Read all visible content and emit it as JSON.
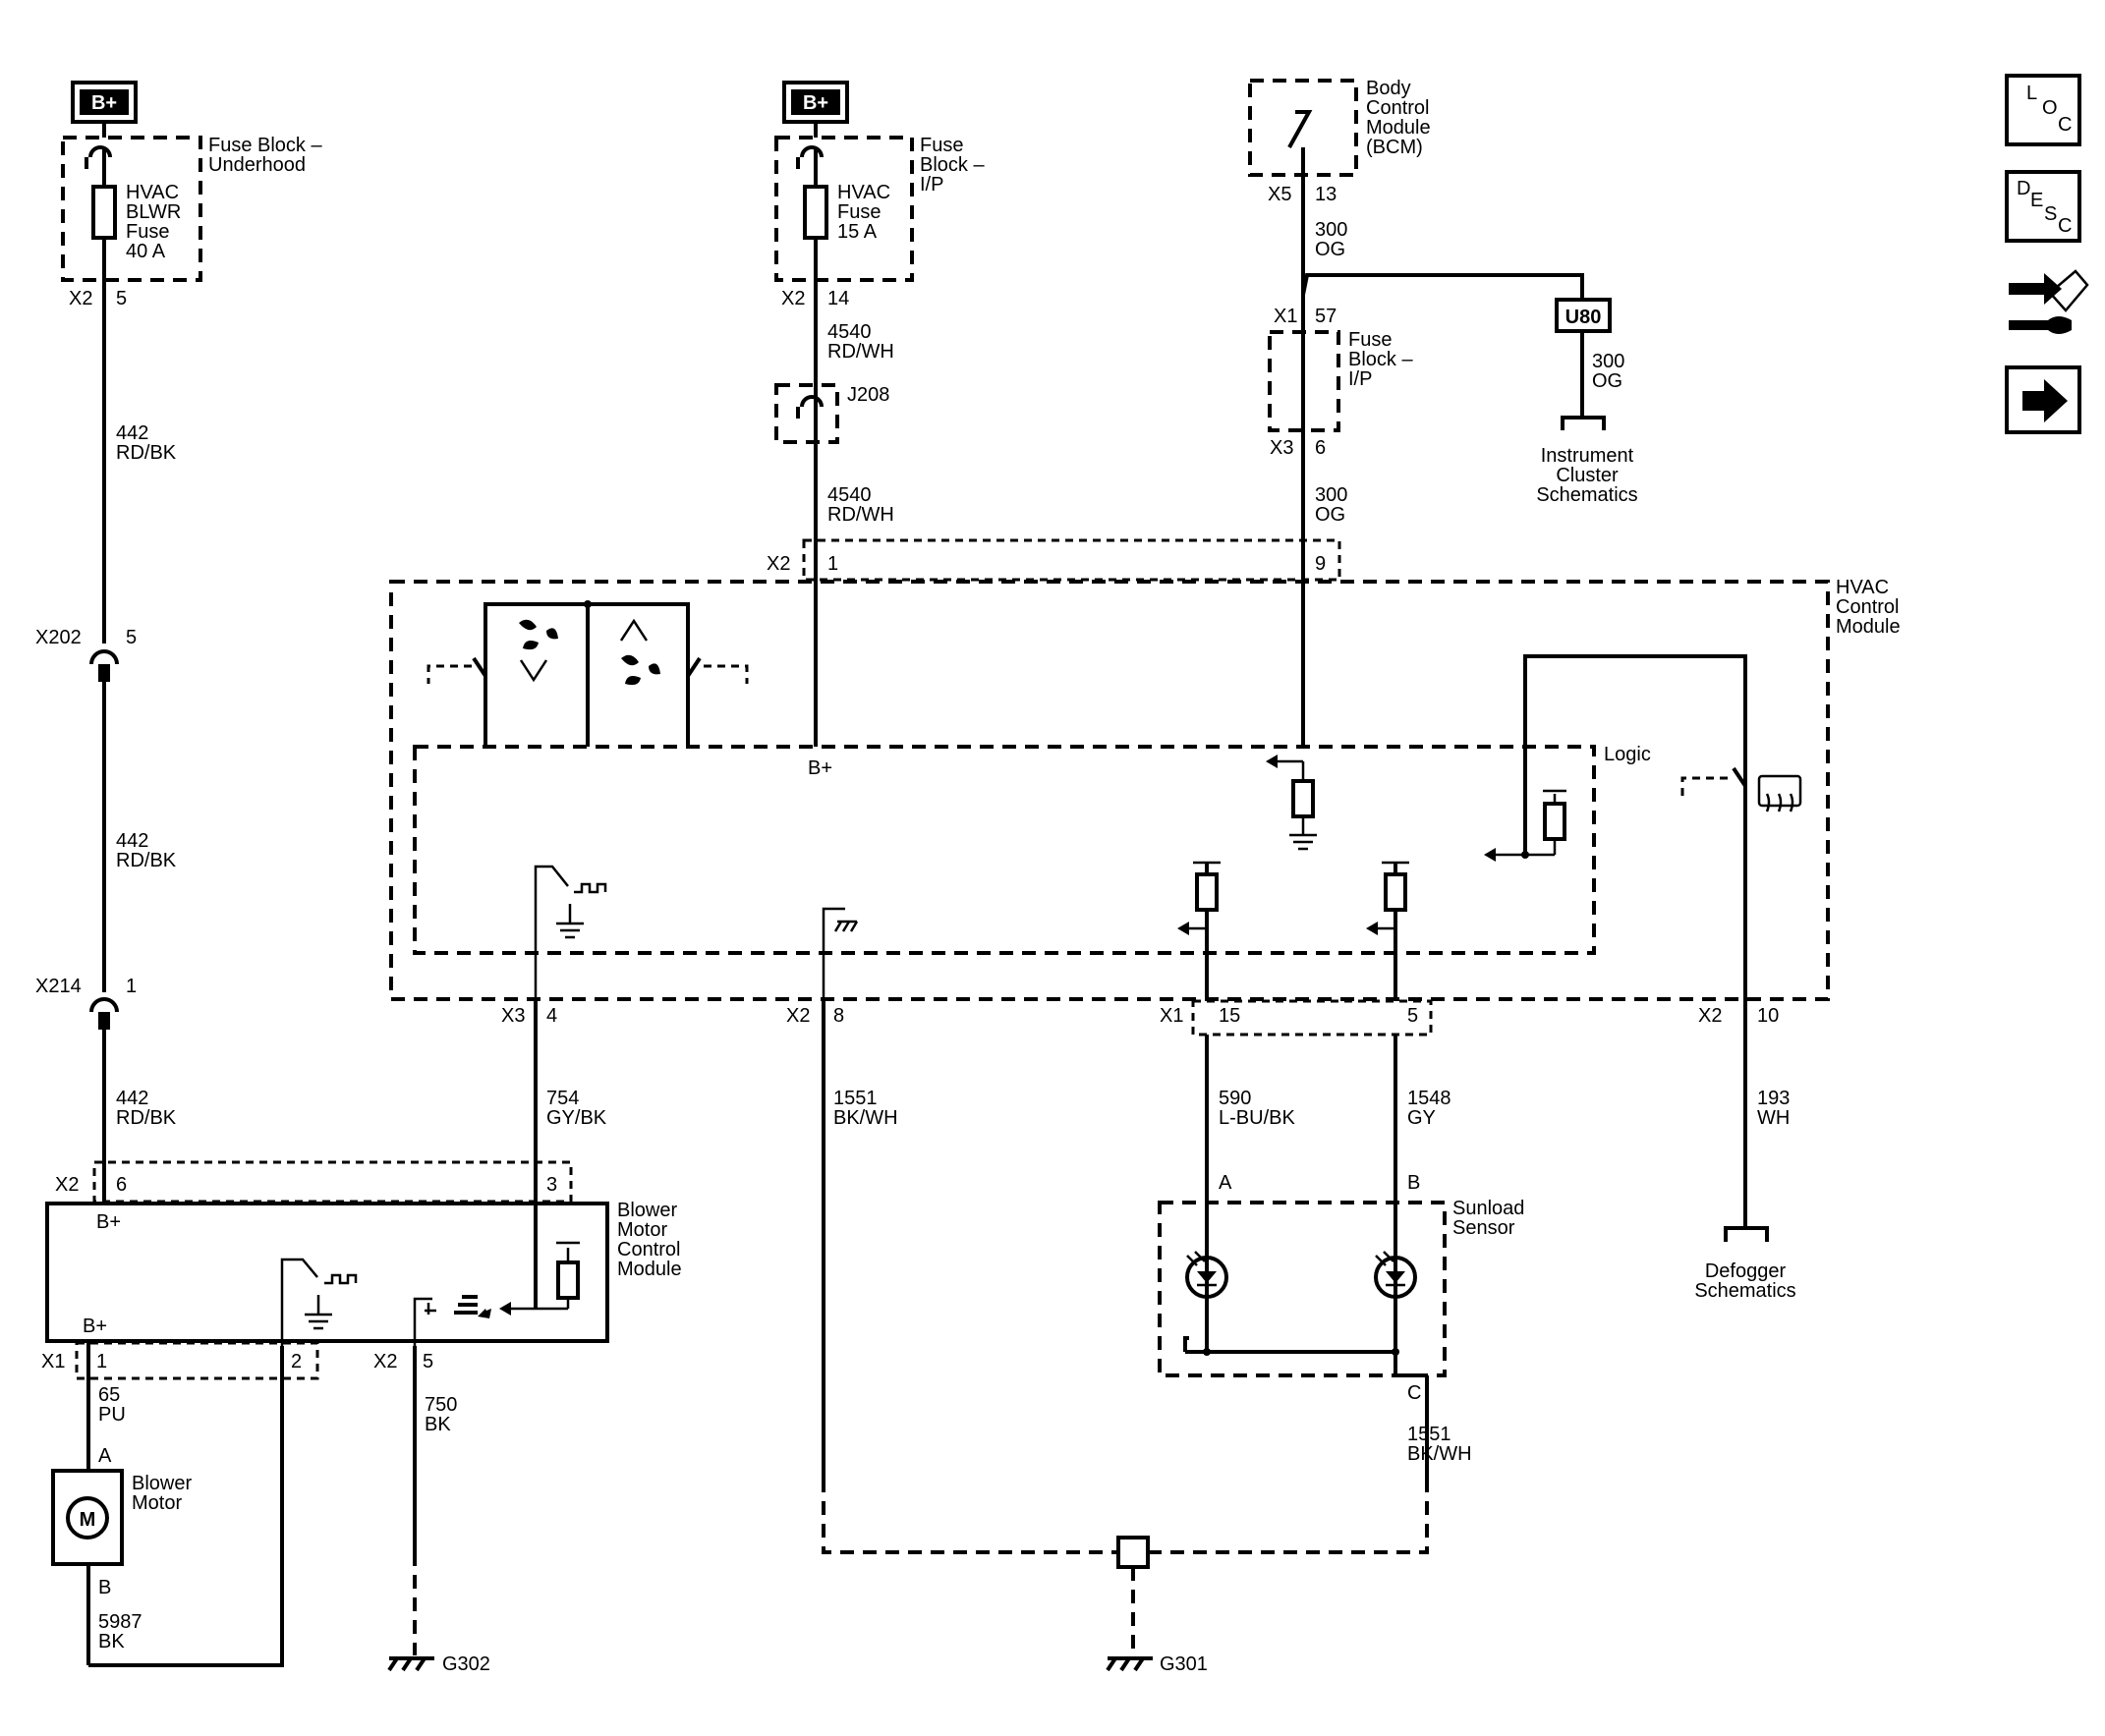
{
  "power": {
    "bplus": "B+"
  },
  "fuse_uh": {
    "name": "Fuse Block –",
    "name2": "Underhood",
    "fuse1": "HVAC",
    "fuse2": "BLWR",
    "fuse3": "Fuse",
    "fuse4": "40 A",
    "conn": "X2",
    "pin": "5"
  },
  "fuse_ip": {
    "name": "Fuse",
    "name2": "Block –",
    "name3": "I/P",
    "fuse1": "HVAC",
    "fuse2": "Fuse",
    "fuse3": "15 A",
    "conn": "X2",
    "pin": "14"
  },
  "bcm": {
    "n1": "Body",
    "n2": "Control",
    "n3": "Module",
    "n4": "(BCM)",
    "conn": "X5",
    "pin": "13"
  },
  "nav": {
    "loc_l": "L",
    "loc_o": "O",
    "loc_c": "C",
    "desc_d": "D",
    "desc_e": "E",
    "desc_s": "S",
    "desc_c": "C"
  },
  "wires": {
    "w442": "442",
    "rdbk": "RD/BK",
    "w4540": "4540",
    "rdwh": "RD/WH",
    "w300": "300",
    "og": "OG",
    "w754": "754",
    "gybk": "GY/BK",
    "w1551": "1551",
    "bkwh": "BK/WH",
    "w590": "590",
    "lbubk": "L-BU/BK",
    "w1548": "1548",
    "gy": "GY",
    "w193": "193",
    "wh": "WH",
    "w65": "65",
    "pu": "PU",
    "w750": "750",
    "bk": "BK",
    "w5987": "5987"
  },
  "connectors": {
    "x202": "X202",
    "x202pin": "5",
    "x214": "X214",
    "x214pin": "1",
    "j208": "J208",
    "x1": "X1",
    "x1pin57": "57",
    "x3": "X3",
    "x3pin6": "6",
    "fb2_1": "Fuse",
    "fb2_2": "Block –",
    "fb2_3": "I/P",
    "u80": "U80",
    "ic1": "Instrument",
    "ic2": "Cluster",
    "ic3": "Schematics"
  },
  "hvac": {
    "name1": "HVAC",
    "name2": "Control",
    "name3": "Module",
    "logic": "Logic",
    "x2": "X2",
    "pin1": "1",
    "pin9": "9",
    "bplus": "B+",
    "x3": "X3",
    "pin4": "4",
    "x2b": "X2",
    "pin8": "8",
    "x1": "X1",
    "pin15": "15",
    "pin5": "5",
    "x2c": "X2",
    "pin10": "10"
  },
  "bmcm": {
    "n1": "Blower",
    "n2": "Motor",
    "n3": "Control",
    "n4": "Module",
    "x2": "X2",
    "pin6": "6",
    "pin3": "3",
    "bplus_top": "B+",
    "bplus_bot": "B+",
    "x1": "X1",
    "pin1": "1",
    "pin2": "2",
    "x2b": "X2",
    "pin5": "5"
  },
  "motor": {
    "n1": "Blower",
    "n2": "Motor",
    "pinA": "A",
    "pinB": "B",
    "symbol": "M"
  },
  "sunload": {
    "n1": "Sunload",
    "n2": "Sensor",
    "pinA": "A",
    "pinB": "B",
    "pinC": "C"
  },
  "defog": {
    "n1": "Defogger",
    "n2": "Schematics"
  },
  "grounds": {
    "g302": "G302",
    "g301": "G301"
  }
}
